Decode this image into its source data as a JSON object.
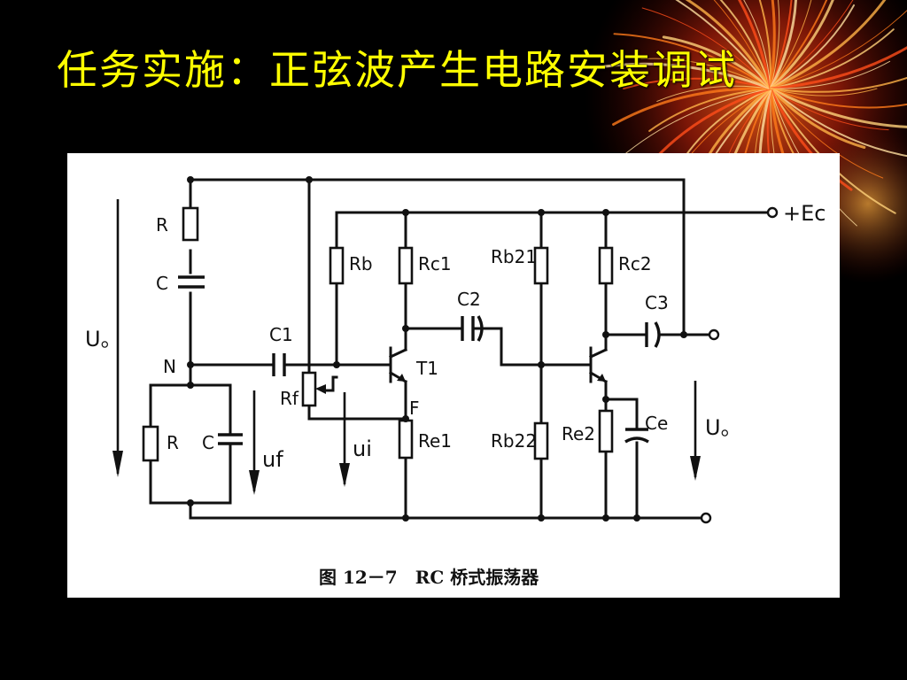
{
  "slide": {
    "title": "任务实施：正弦波产生电路安装调试"
  },
  "figure": {
    "caption": "图 12－7　RC 桥式振荡器",
    "labels": {
      "R_top": "R",
      "C_top": "C",
      "N": "N",
      "R_bottom": "R",
      "C_bottom": "C",
      "Uo_left": "U。",
      "Uf": "uf",
      "C1": "C1",
      "Rf": "Rf",
      "Ui": "ui",
      "Rb": "Rb",
      "Rc1": "Rc1",
      "T1": "T1",
      "F": "F",
      "Re1": "Re1",
      "C2": "C2",
      "Rb21": "Rb21",
      "Rb22": "Rb22",
      "Rc2": "Rc2",
      "C3": "C3",
      "Re2": "Re2",
      "Ce": "Ce",
      "Uo_right": "U。",
      "Ec": "+Ec"
    }
  }
}
